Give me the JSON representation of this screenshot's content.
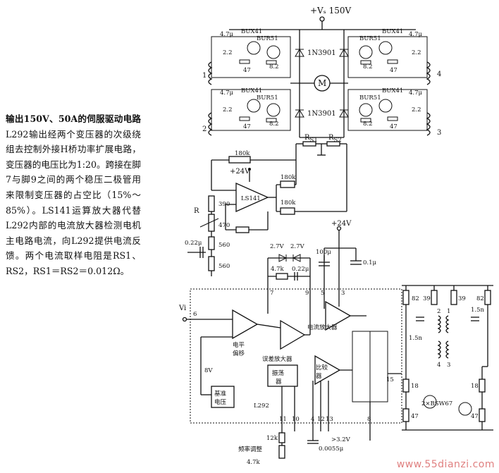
{
  "description": {
    "lead": "输出150V、50A的伺服驱动电路",
    "body": "L292输出经两个变压器的次级绕组去控制外接H桥功率扩展电路，变压器的电压比为1:20。跨接在脚7与脚9之间的两个稳压二极管用来限制变压器的占空比（15%～85%）。LS141运算放大器代替L292内部的电流放大器检测电机主电路电流，向L292提供电流反馈。两个电流取样电阻是RS1、RS2，RS1＝RS2＝0.012Ω。"
  },
  "supply": {
    "top": "+Vₛ 150V",
    "mid": "+24V",
    "right": "+24V"
  },
  "hbridge": {
    "transistor_main": "BUX41",
    "transistor_drive": "BUR51",
    "diode": "1N3901",
    "motor": "M",
    "r_47": "47",
    "r_82": "8.2",
    "c_47u": "4.7μ",
    "r_22": "2.2",
    "sense_1": "R",
    "sense_1_sub": "S1",
    "sense_2": "R",
    "sense_2_sub": "S2",
    "windings": [
      "1",
      "2",
      "3",
      "4"
    ]
  },
  "feedback": {
    "r_180k_top": "180k",
    "r_180k_a": "180k",
    "r_180k_b": "180k",
    "opamp": "LS141",
    "pot": "R",
    "r_390": "390",
    "r_470": "470",
    "r_560a": "560",
    "r_560b": "560",
    "c_022": "0.22μ"
  },
  "l292": {
    "zener_1": "2.7V",
    "zener_2": "2.7V",
    "r_47k": "4.7k",
    "c_022": "0.22μ",
    "c_100": "100μ",
    "c_01": "0.1μ",
    "input": "Vi",
    "level_shift": [
      "电平",
      "偏移"
    ],
    "error_amp": "误差放大器",
    "current_amp": "电流放大器",
    "comparator": [
      "比较",
      "器"
    ],
    "oscillator": [
      "振荡",
      "器"
    ],
    "reference": [
      "基准",
      "电压"
    ],
    "chip": "L292",
    "v8": "8V",
    "pins": [
      "6",
      "7",
      "9",
      "5",
      "3",
      "15",
      "11",
      "10",
      "4",
      "12",
      "13",
      "8"
    ],
    "r_12k": "12k",
    "freq_adj": "频率调整",
    "pot_47k": "4.7k",
    "supply_low": ">3.2V",
    "c_00055": "0.0055μ"
  },
  "output_stage": {
    "r_82a": "82",
    "r_39a": "39",
    "r_39b": "39",
    "r_82b": "82",
    "c_15a": "1.5n",
    "c_15b": "1.5n",
    "xfmr_top": [
      "2",
      "1"
    ],
    "xfmr_bot": [
      "4",
      "3"
    ],
    "r_18a": "18",
    "r_18b": "18",
    "r_47a": "47",
    "r_47b": "47",
    "transistors": "2×BSW67"
  },
  "watermark": "www.55dianzi.com"
}
